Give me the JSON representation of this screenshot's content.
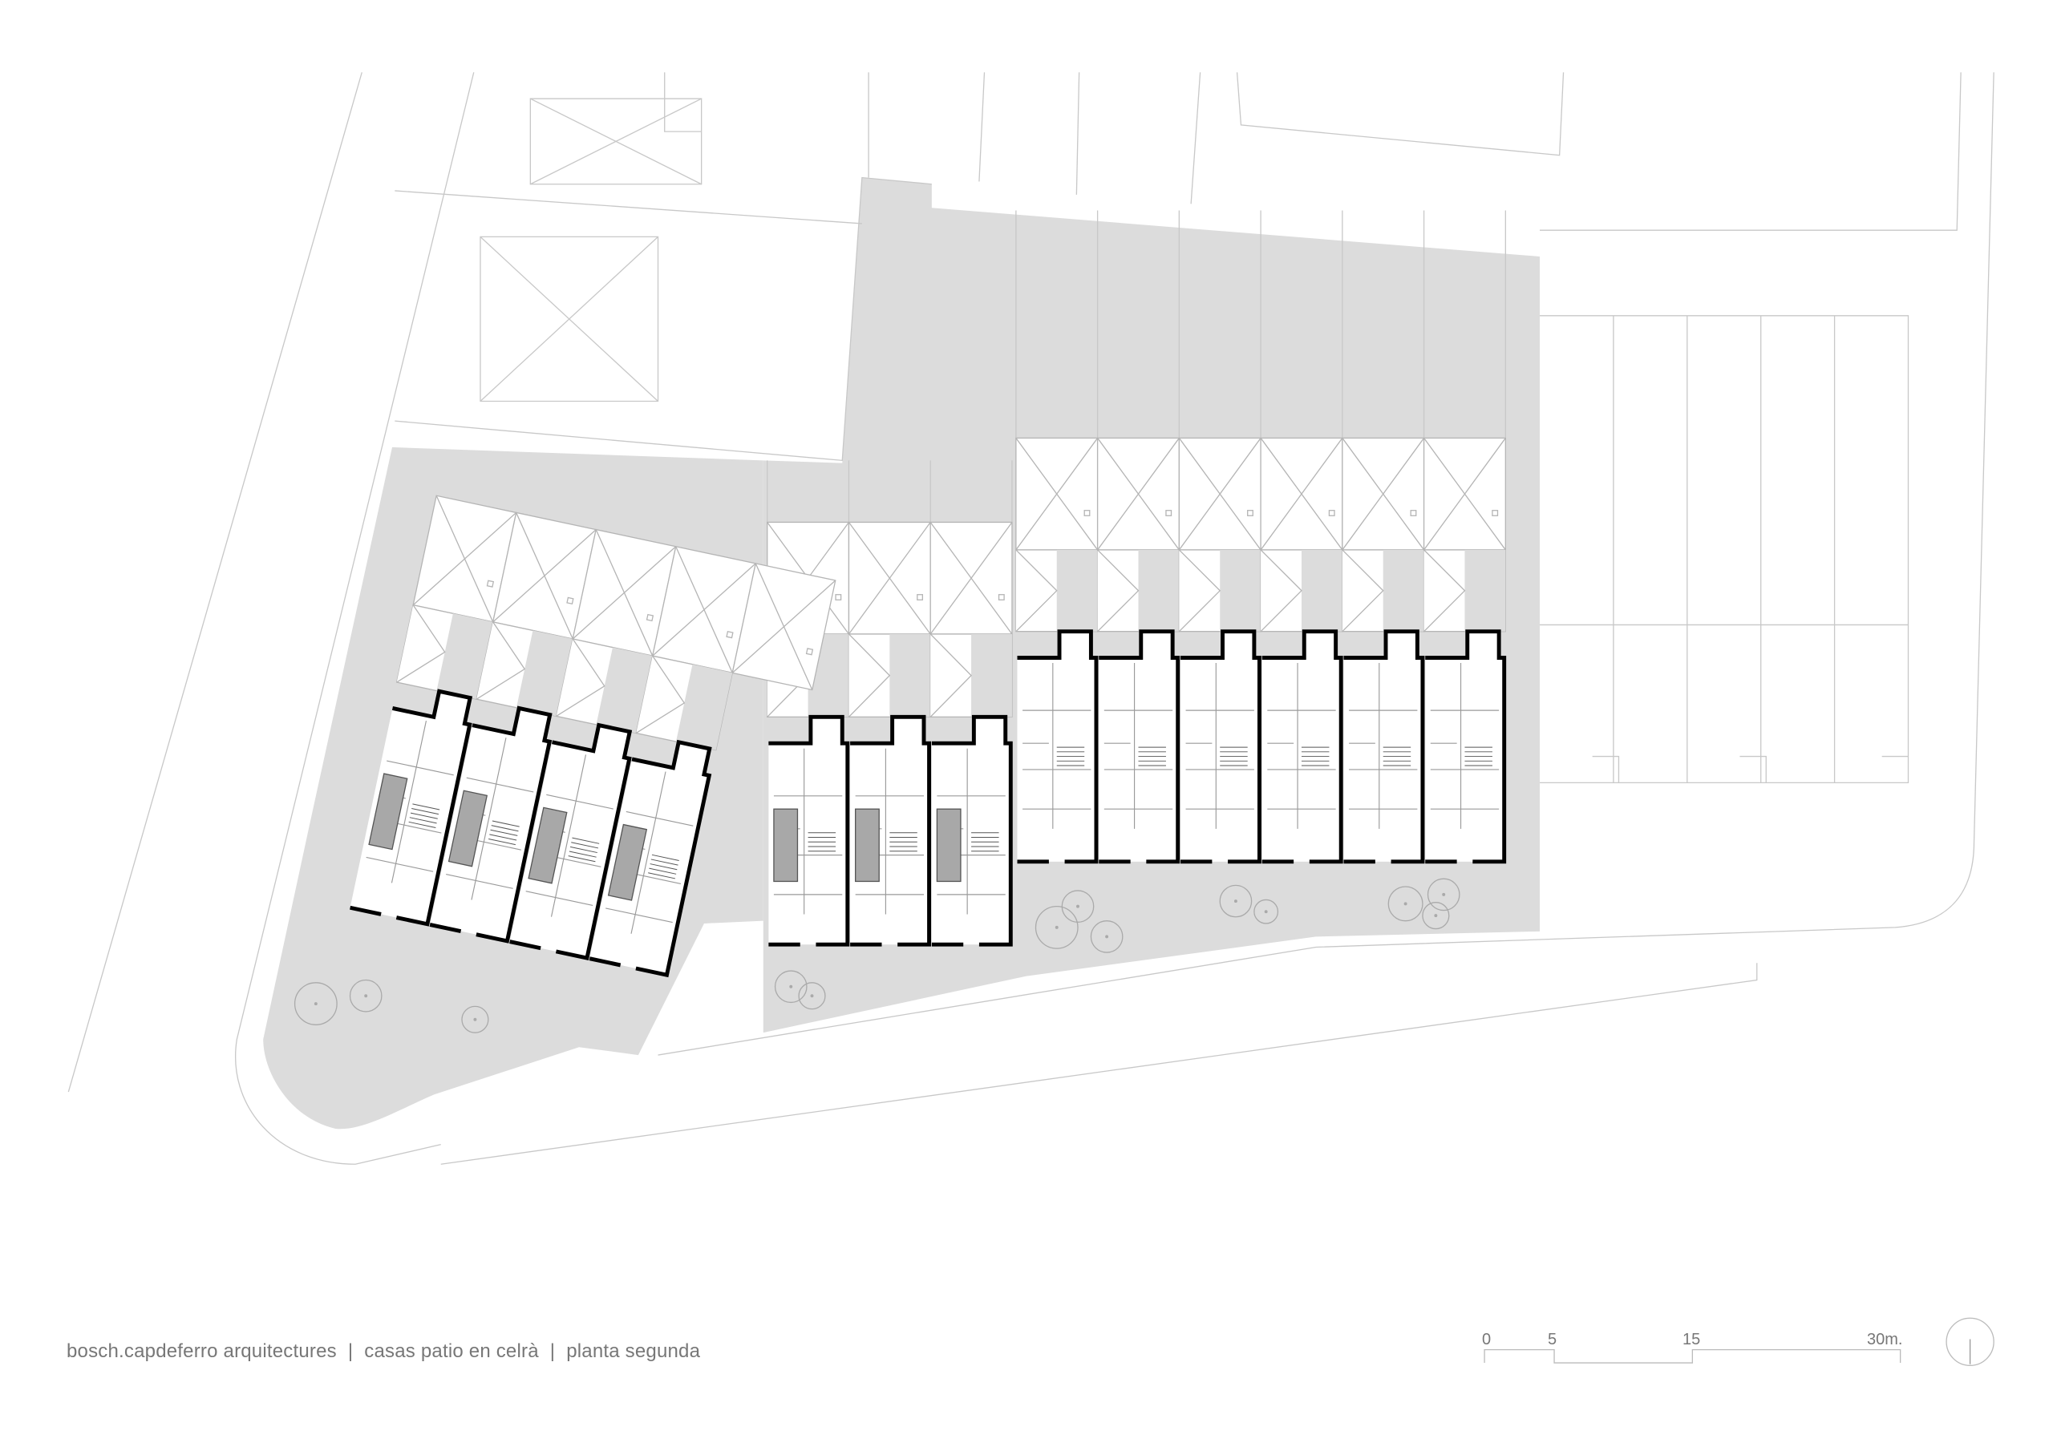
{
  "caption": {
    "office": "bosch.capdeferro arquitectures",
    "separator": "|",
    "project": "casas patio en celrà",
    "drawing": "planta segunda"
  },
  "scale_bar": {
    "labels": [
      "0",
      "5",
      "15",
      "30m."
    ],
    "marks_m": [
      0,
      5,
      15,
      30
    ]
  },
  "north_arrow": {
    "icon": "north-arrow-icon"
  },
  "plan": {
    "units_right_row": 6,
    "units_middle_row": 3,
    "units_left_row": 4,
    "colors": {
      "site": "#dcdcdc",
      "wall": "#000000",
      "thin": "#bdbdbd",
      "patio": "#a8a8a8"
    }
  }
}
